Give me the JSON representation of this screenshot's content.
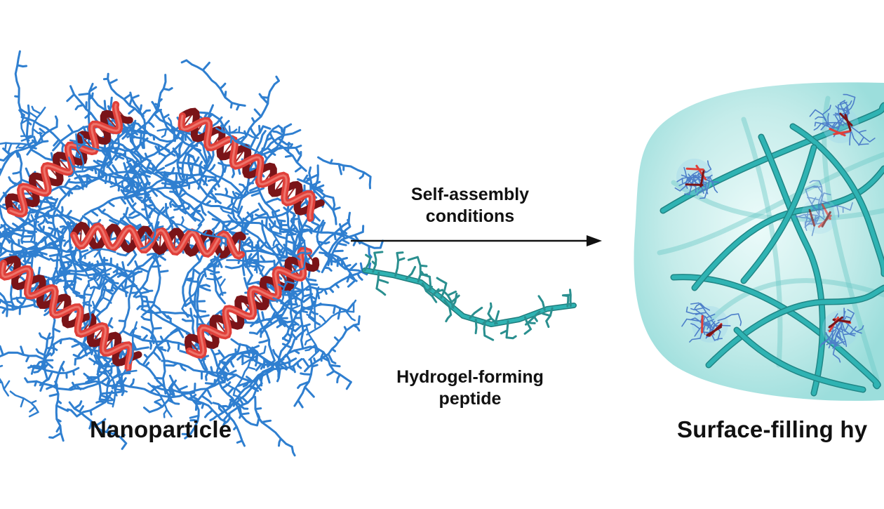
{
  "diagram": {
    "left_label": "Nanoparticle",
    "right_label": "Surface-filling hy",
    "arrow_label_line1": "Self-assembly",
    "arrow_label_line2": "conditions",
    "peptide_label_line1": "Hydrogel-forming",
    "peptide_label_line2": "peptide"
  },
  "colors": {
    "dna_red": "#e0403a",
    "dna_dark": "#7a1418",
    "peptide_blue": "#2f7fd0",
    "hydrogel_teal": "#2fb3b3",
    "hydrogel_bg": "#bfe9e8",
    "text": "#111111"
  }
}
